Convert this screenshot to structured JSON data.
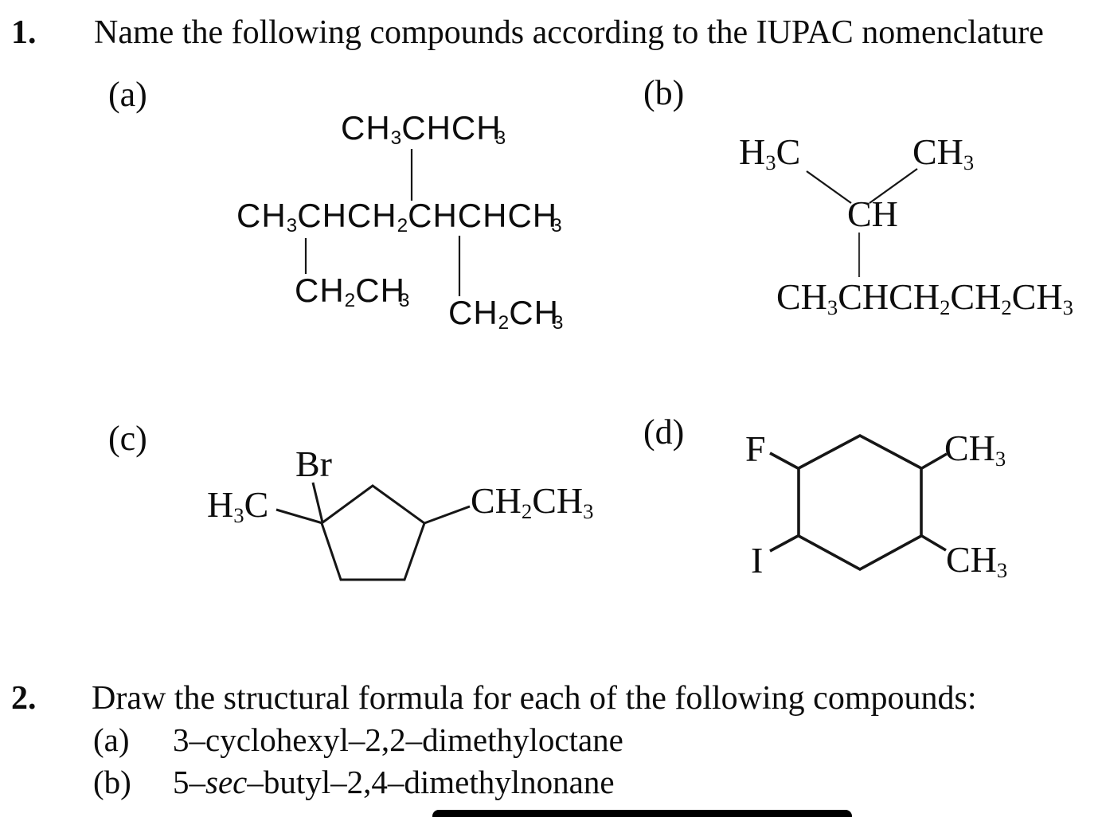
{
  "q1": {
    "number": "1.",
    "prompt": "Name the following compounds according to the IUPAC nomenclature",
    "parts": {
      "a": {
        "label": "(a)",
        "top_group": "CH_3_CHCH_3_",
        "main_chain": "CH_3_CHCH_2_CHCHCH_3_",
        "branch_left": "CH_2_CH_3_",
        "branch_right": "CH_2_CH_3_"
      },
      "b": {
        "label": "(b)",
        "methyl_left": "H_3_C",
        "methyl_right": "CH_3_",
        "methine": "CH",
        "main_chain": "CH_3_CHCH_2_CH_2_CH_3_"
      },
      "c": {
        "label": "(c)",
        "bromo": "Br",
        "methyl": "H_3_C",
        "ethyl": "CH_2_CH_3_"
      },
      "d": {
        "label": "(d)",
        "fluoro": "F",
        "methyl_top": "CH_3_",
        "iodo": "I",
        "methyl_bottom": "CH_3_"
      }
    }
  },
  "q2": {
    "number": "2.",
    "prompt": "Draw the structural formula for each of the following compounds:",
    "items": [
      {
        "label": "(a)",
        "name": "3–cyclohexyl–2,2–dimethyloctane"
      },
      {
        "label": "(b)",
        "name": "5–*sec*–butyl–2,4–dimethylnonane"
      }
    ]
  }
}
